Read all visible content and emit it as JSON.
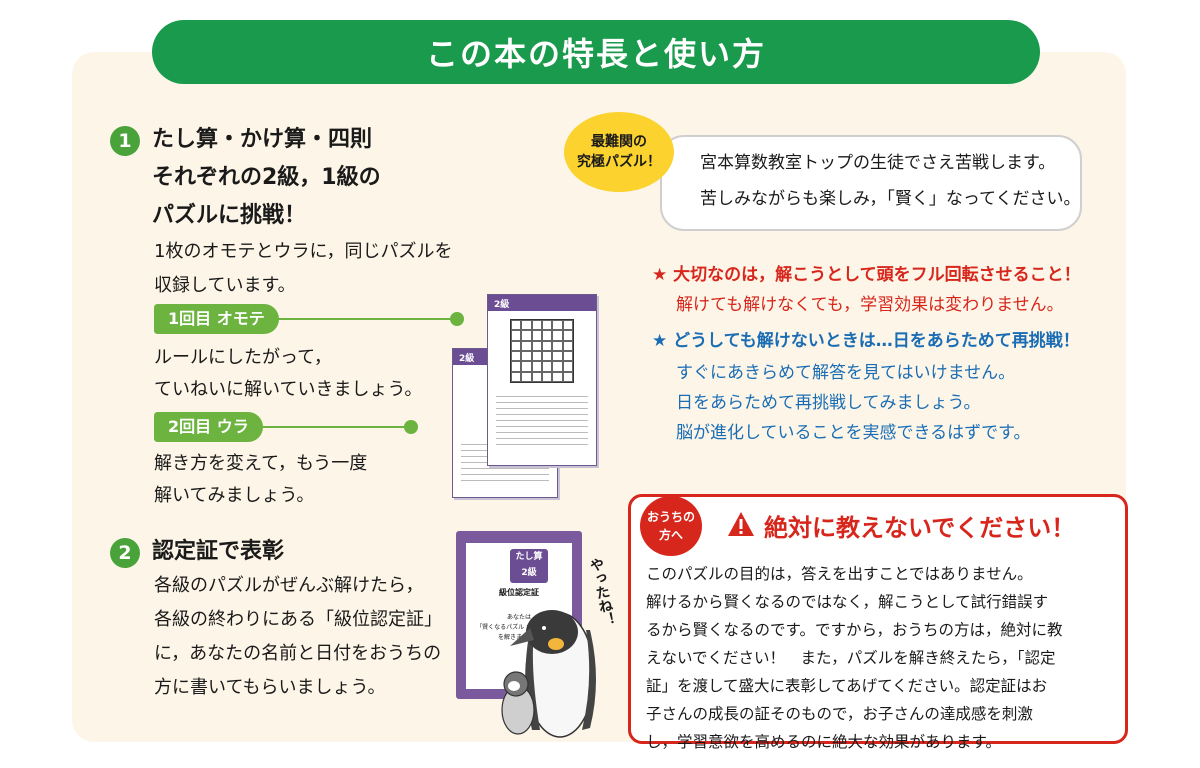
{
  "title": "この本の特長と使い方",
  "section1": {
    "number": "1",
    "heading": [
      "たし算・かけ算・四則",
      "それぞれの2級，1級の",
      "パズルに挑戦！"
    ],
    "text": [
      "1枚のオモテとウラに，同じパズルを",
      "収録しています。"
    ],
    "step1_tag": "1回目 オモテ",
    "step1_text": [
      "ルールにしたがって，",
      "ていねいに解いていきましょう。"
    ],
    "step2_tag": "2回目 ウラ",
    "step2_text": [
      "解き方を変えて，もう一度",
      "解いてみましょう。"
    ],
    "sheet_level": "2級"
  },
  "section2": {
    "number": "2",
    "heading": "認定証で表彰",
    "text": [
      "各級のパズルがぜんぶ解けたら，",
      "各級の終わりにある「級位認定証」",
      "に，あなたの名前と日付をおうちの",
      "方に書いてもらいましょう。"
    ],
    "cert_badge": [
      "たし算",
      "2級"
    ],
    "cert_title": "級位認定証",
    "cert_text": [
      "あなたは",
      "「賢くなるパズル たし算 2級」",
      "を解きました。"
    ],
    "cheer": "やったね！"
  },
  "speech": {
    "badge": [
      "最難関の",
      "究極パズル！"
    ],
    "lines": [
      "宮本算数教室トップの生徒でさえ苦戦します。",
      "苦しみながらも楽しみ，「賢く」なってください。"
    ]
  },
  "tips": {
    "tip1_title": "★ 大切なのは，解こうとして頭をフル回転させること！",
    "tip1_text": "解けても解けなくても，学習効果は変わりません。",
    "tip2_title": "★ どうしても解けないときは…日をあらためて再挑戦！",
    "tip2_text": [
      "すぐにあきらめて解答を見てはいけません。",
      "日をあらためて再挑戦してみましょう。",
      "脳が進化していることを実感できるはずです。"
    ]
  },
  "warning": {
    "badge": [
      "おうちの",
      "方へ"
    ],
    "title": "絶対に教えないでください！",
    "lines": [
      "このパズルの目的は，答えを出すことではありません。",
      "解けるから賢くなるのではなく，解こうとして試行錯誤す",
      "るから賢くなるのです。ですから，おうちの方は，絶対に教",
      "えないでください！　また，パズルを解き終えたら，「認定",
      "証」を渡して盛大に表彰してあげてください。認定証はお",
      "子さんの成長の証そのもので，お子さんの達成感を刺激",
      "し，学習意欲を高めるのに絶大な効果があります。"
    ]
  },
  "colors": {
    "green": "#1a9a4c",
    "light_green": "#6cb33f",
    "red": "#d7261c",
    "blue": "#1a6db5",
    "purple": "#6b4d93",
    "yellow": "#fbd22e"
  }
}
